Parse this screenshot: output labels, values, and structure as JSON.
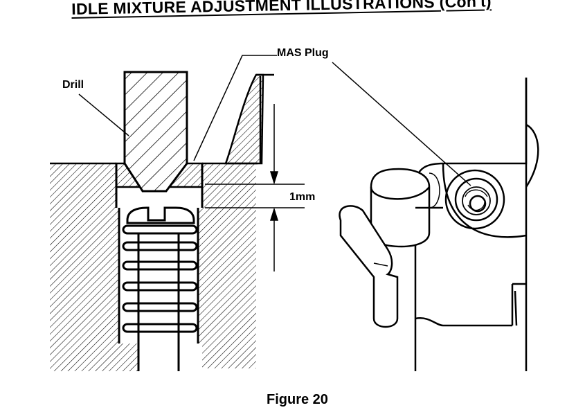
{
  "title": "IDLE MIXTURE ADJUSTMENT ILLUSTRATIONS (Con't)",
  "caption": "Figure 20",
  "labels": {
    "drill": "Drill",
    "mas_plug": "MAS Plug",
    "gap": "1mm"
  },
  "colors": {
    "ink": "#000000",
    "paper": "#ffffff"
  }
}
